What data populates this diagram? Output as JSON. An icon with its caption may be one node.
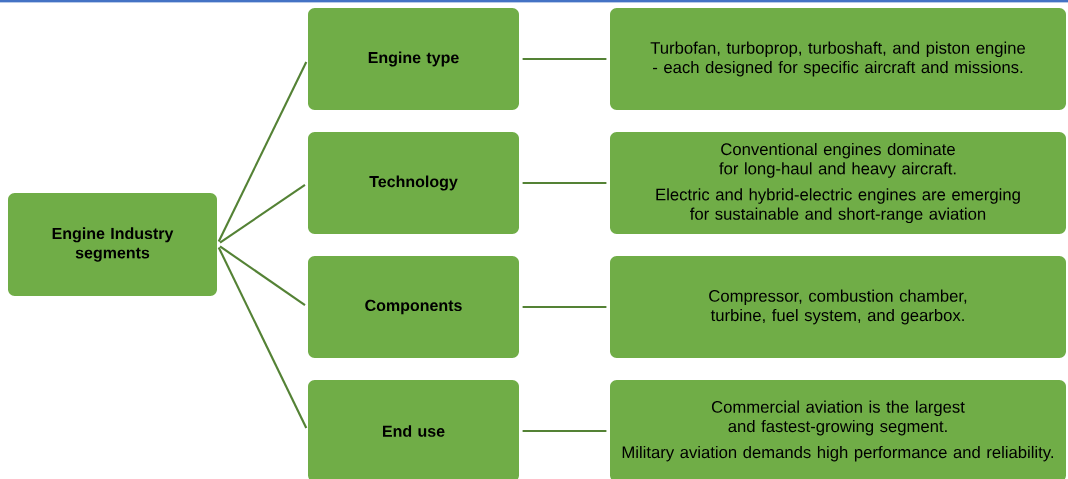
{
  "diagram": {
    "nodes": [
      {
        "text": [
          "Engine Industry segments"
        ]
      },
      {
        "text": [
          "Engine type"
        ]
      },
      {
        "text": [
          "Turbofan, turboprop, turboshaft, and piston engine - each designed for specific aircraft and missions."
        ]
      },
      {
        "text": [
          "Technology"
        ]
      },
      {
        "text": [
          "Conventional engines dominate for long-haul and heavy aircraft.",
          "Electric and hybrid-electric engines are emerging for sustainable and short-range aviation"
        ]
      },
      {
        "text": [
          "Components"
        ]
      },
      {
        "text": [
          "Compressor, combustion chamber, turbine, fuel system, and gearbox."
        ]
      },
      {
        "text": [
          "End use"
        ]
      },
      {
        "text": [
          "Commercial aviation is the largest and fastest-growing segment.",
          "Military aviation demands high performance and reliability."
        ]
      }
    ],
    "edges": [
      {
        "from": 0,
        "to": 1,
        "arrow": "none"
      },
      {
        "from": 0,
        "to": 3,
        "arrow": "none"
      },
      {
        "from": 0,
        "to": 5,
        "arrow": "none"
      },
      {
        "from": 0,
        "to": 7,
        "arrow": "none"
      },
      {
        "from": 1,
        "to": 2,
        "arrow": "none"
      },
      {
        "from": 3,
        "to": 4,
        "arrow": "none"
      },
      {
        "from": 5,
        "to": 6,
        "arrow": "none"
      },
      {
        "from": 7,
        "to": 8,
        "arrow": "none"
      }
    ]
  }
}
